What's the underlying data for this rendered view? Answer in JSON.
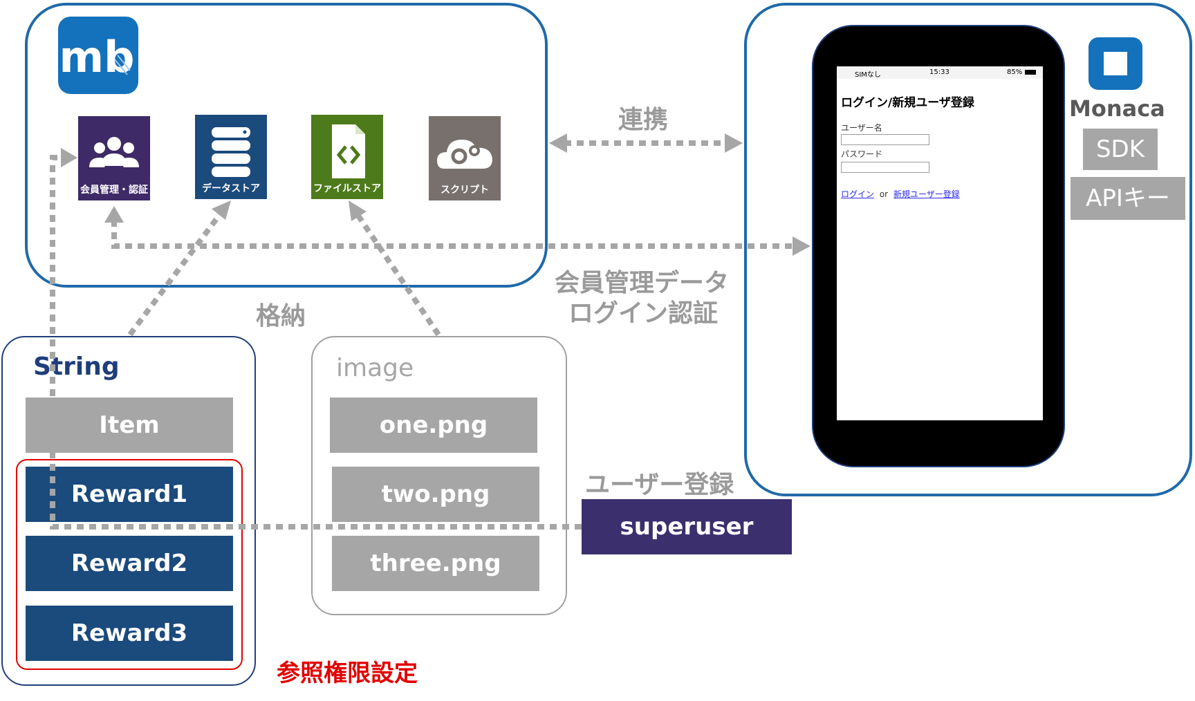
{
  "backend": {
    "services": [
      {
        "label": "会員管理・認証",
        "icon": "users-icon",
        "color": "#3e2a66"
      },
      {
        "label": "データストア",
        "icon": "database-icon",
        "color": "#1b4a7c"
      },
      {
        "label": "ファイルストア",
        "icon": "code-file-icon",
        "color": "#4d7a1b"
      },
      {
        "label": "スクリプト",
        "icon": "cloud-gears-icon",
        "color": "#77706d"
      }
    ]
  },
  "labels": {
    "link": "連携",
    "store": "格納",
    "member_line1": "会員管理データ",
    "member_line2": "ログイン認証",
    "user_registration": "ユーザー登録",
    "permission": "参照権限設定"
  },
  "monaca": {
    "name": "Monaca",
    "sdk": "SDK",
    "apikey": "APIキー"
  },
  "phone": {
    "status_carrier": "SIMなし",
    "status_time": "15:33",
    "status_battery": "85%",
    "title": "ログイン/新規ユーザ登録",
    "username_label": "ユーザー名",
    "password_label": "パスワード",
    "login_link": "ログイン",
    "or_text": "or",
    "register_link": "新規ユーザー登録"
  },
  "string_group": {
    "title": "String",
    "items": [
      "Item",
      "Reward1",
      "Reward2",
      "Reward3"
    ]
  },
  "image_group": {
    "title": "image",
    "items": [
      "one.png",
      "two.png",
      "three.png"
    ]
  },
  "superuser": "superuser",
  "colors": {
    "panel_border": "#1f6aa8",
    "arrow": "#a6a6a6",
    "permission": "#e00000",
    "superuser": "#3c2f6e"
  }
}
